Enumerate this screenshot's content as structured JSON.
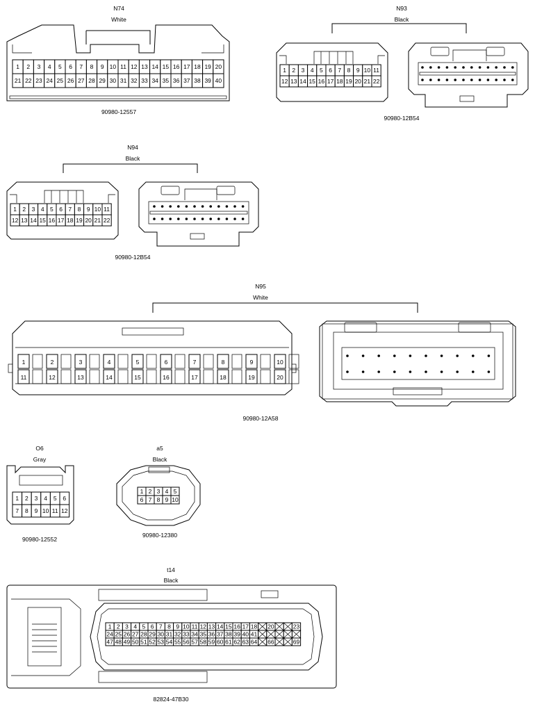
{
  "connectors": {
    "n74": {
      "code": "N74",
      "color": "White",
      "part": "90980-12557",
      "row1": [
        "1",
        "2",
        "3",
        "4",
        "5",
        "6",
        "7",
        "8",
        "9",
        "10",
        "11",
        "12",
        "13",
        "14",
        "15",
        "16",
        "17",
        "18",
        "19",
        "20"
      ],
      "row2": [
        "21",
        "22",
        "23",
        "24",
        "25",
        "26",
        "27",
        "28",
        "29",
        "30",
        "31",
        "32",
        "33",
        "34",
        "35",
        "36",
        "37",
        "38",
        "39",
        "40"
      ]
    },
    "n93": {
      "code": "N93",
      "color": "Black",
      "part": "90980-12B54",
      "row1": [
        "1",
        "2",
        "3",
        "4",
        "5",
        "6",
        "7",
        "8",
        "9",
        "10",
        "11"
      ],
      "row2": [
        "12",
        "13",
        "14",
        "15",
        "16",
        "17",
        "18",
        "19",
        "20",
        "21",
        "22"
      ]
    },
    "n94": {
      "code": "N94",
      "color": "Black",
      "part": "90980-12B54",
      "row1": [
        "1",
        "2",
        "3",
        "4",
        "5",
        "6",
        "7",
        "8",
        "9",
        "10",
        "11"
      ],
      "row2": [
        "12",
        "13",
        "14",
        "15",
        "16",
        "17",
        "18",
        "19",
        "20",
        "21",
        "22"
      ]
    },
    "n95": {
      "code": "N95",
      "color": "White",
      "part": "90980-12A58",
      "row1": [
        "1",
        "2",
        "3",
        "4",
        "5",
        "6",
        "7",
        "8",
        "9",
        "10"
      ],
      "row2": [
        "11",
        "12",
        "13",
        "14",
        "15",
        "16",
        "17",
        "18",
        "19",
        "20"
      ]
    },
    "o6": {
      "code": "O6",
      "color": "Gray",
      "part": "90980-12552",
      "row1": [
        "1",
        "2",
        "3",
        "4",
        "5",
        "6"
      ],
      "row2": [
        "7",
        "8",
        "9",
        "10",
        "11",
        "12"
      ]
    },
    "a5": {
      "code": "a5",
      "color": "Black",
      "part": "90980-12380",
      "row1": [
        "1",
        "2",
        "3",
        "4",
        "5"
      ],
      "row2": [
        "6",
        "7",
        "8",
        "9",
        "10"
      ]
    },
    "t14": {
      "code": "t14",
      "color": "Black",
      "part": "82824-47B30",
      "row1": [
        "1",
        "2",
        "3",
        "4",
        "5",
        "6",
        "7",
        "8",
        "9",
        "10",
        "11",
        "12",
        "13",
        "14",
        "15",
        "16",
        "17",
        "18",
        "",
        "20",
        "",
        "",
        "23"
      ],
      "row2": [
        "24",
        "25",
        "26",
        "27",
        "28",
        "29",
        "30",
        "31",
        "32",
        "33",
        "34",
        "35",
        "36",
        "37",
        "38",
        "39",
        "40",
        "41",
        "",
        "",
        "",
        "",
        ""
      ],
      "row3": [
        "47",
        "48",
        "49",
        "50",
        "51",
        "52",
        "53",
        "54",
        "55",
        "56",
        "57",
        "58",
        "59",
        "60",
        "61",
        "62",
        "63",
        "64",
        "",
        "66",
        "",
        "",
        "69"
      ]
    }
  }
}
